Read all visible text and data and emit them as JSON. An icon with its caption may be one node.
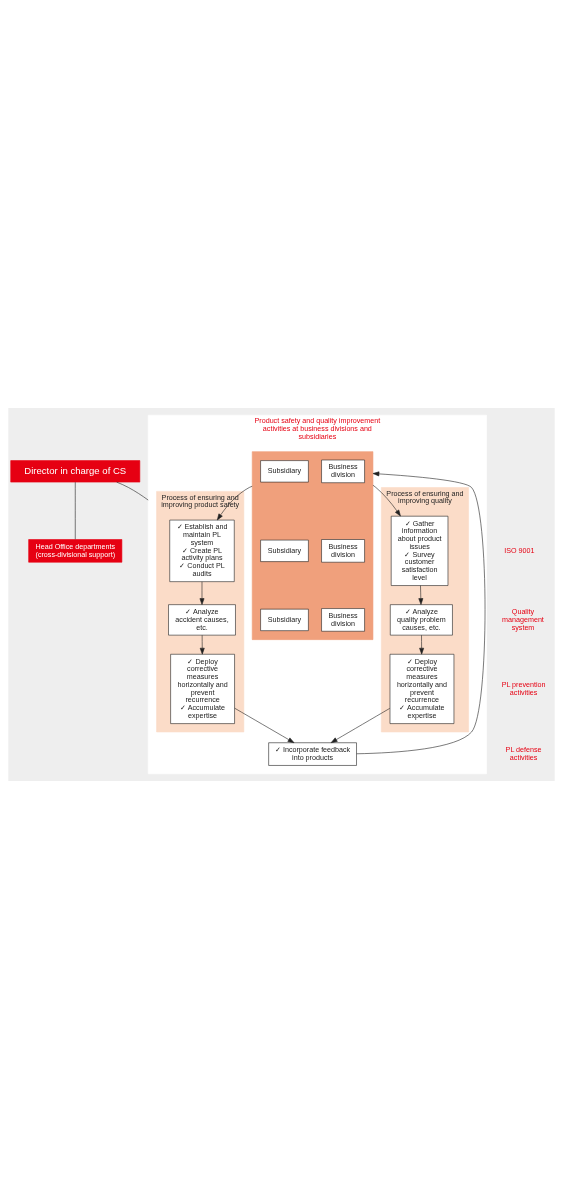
{
  "diagram": {
    "nodes": [
      {
        "text": [
          "Director in charge of CS"
        ]
      },
      {
        "text": [
          "Head Office departments (cross-divisional support)"
        ]
      },
      {
        "text": [
          "Product safety and quality improvement activities at business divisions and subsidiaries"
        ]
      },
      {
        "text": [
          "Process of ensuring and improving product safety"
        ],
        "in": 2
      },
      {
        "text": [],
        "shape": "box",
        "in": 2
      },
      {
        "text": [
          "Business division"
        ],
        "in": 4
      },
      {
        "text": [
          "Subsidiary"
        ],
        "in": 4
      },
      {
        "text": [
          "Business division"
        ],
        "in": 4
      },
      {
        "text": [
          "Subsidiary"
        ],
        "in": 4
      },
      {
        "text": [
          "Business division"
        ],
        "in": 4
      },
      {
        "text": [
          "Subsidiary"
        ],
        "in": 4
      },
      {
        "text": [
          "Process of ensuring and improving quality"
        ],
        "in": 2
      },
      {
        "text": [
          "✓ Establish and maintain PL system",
          "✓ Create PL activity plans",
          "✓ Conduct PL audits"
        ],
        "in": 3
      },
      {
        "text": [
          "✓ Analyze accident causes, etc."
        ],
        "in": 3
      },
      {
        "text": [
          "✓ Deploy corrective measures horizontally and prevent recurrence",
          "✓ Accumulate expertise"
        ],
        "in": 3
      },
      {
        "text": [
          "✓ Gather information about product issues",
          "✓ Survey customer satisfaction level"
        ],
        "in": 11
      },
      {
        "text": [
          "✓ Analyze quality problem causes, etc."
        ],
        "in": 11
      },
      {
        "text": [
          "✓ Deploy corrective measures horizontally and prevent recurrence",
          "✓ Accumulate expertise"
        ],
        "in": 11
      },
      {
        "text": [
          "✓ Incorporate feedback into products"
        ],
        "in": 2
      }
    ],
    "edges": [
      {
        "from": 0,
        "to": 2,
        "arrow": "none"
      },
      {
        "from": 0,
        "to": 1,
        "arrow": "none"
      },
      {
        "from": 4,
        "to": 12,
        "arrow": "to"
      },
      {
        "from": 4,
        "to": 15,
        "arrow": "to"
      },
      {
        "from": 12,
        "to": 13,
        "arrow": "to"
      },
      {
        "from": 13,
        "to": 14,
        "arrow": "to"
      },
      {
        "from": 14,
        "to": 18,
        "arrow": "to"
      },
      {
        "from": 15,
        "to": 16,
        "arrow": "to"
      },
      {
        "from": 16,
        "to": 17,
        "arrow": "to"
      },
      {
        "from": 17,
        "to": 18,
        "arrow": "to"
      },
      {
        "from": 18,
        "to": 4,
        "arrow": "to"
      }
    ],
    "labels": [
      "ISO 9001",
      "Quality management system",
      "PL prevention activities",
      "PL defense activities"
    ]
  }
}
